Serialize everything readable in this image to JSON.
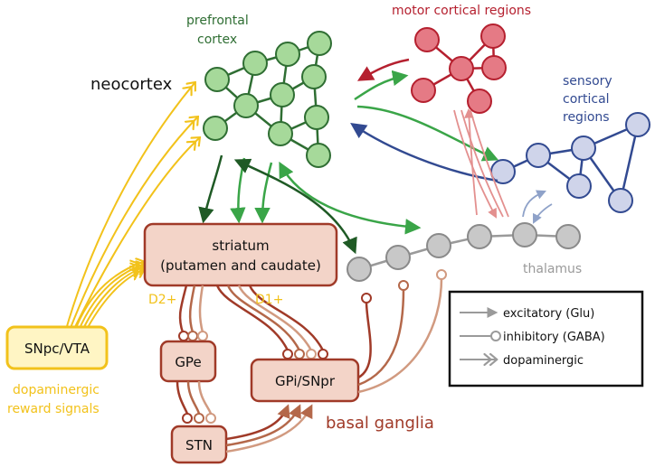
{
  "labels": {
    "prefrontal_line1": "prefrontal",
    "prefrontal_line2": "cortex",
    "motor": "motor cortical regions",
    "neocortex": "neocortex",
    "sensory_line1": "sensory",
    "sensory_line2": "cortical",
    "sensory_line3": "regions",
    "striatum_line1": "striatum",
    "striatum_line2": "(putamen and caudate)",
    "d2": "D2+",
    "d1": "D1+",
    "gpe": "GPe",
    "gpi": "GPi/SNpr",
    "stn": "STN",
    "snpc": "SNpc/VTA",
    "dopa_line1": "dopaminergic",
    "dopa_line2": "reward signals",
    "basal_ganglia": "basal ganglia",
    "thalamus": "thalamus"
  },
  "legend": {
    "excitatory": "excitatory (Glu)",
    "inhibitory": "inhibitory (GABA)",
    "dopaminergic": "dopaminergic"
  },
  "colors": {
    "prefrontal_fill": "#a6d99a",
    "prefrontal_stroke": "#2f6e33",
    "motor_fill": "#e57a85",
    "motor_stroke": "#b5202f",
    "sensory_fill": "#cfd4ea",
    "sensory_stroke": "#324a91",
    "thalamus_fill": "#c8c8c8",
    "thalamus_stroke": "#8a8a8a",
    "bg_fill": "#f3d4c8",
    "bg_stroke": "#a03a28",
    "dopamine": "#f2c21b",
    "dopamine_fill": "#fff5c4",
    "green_arrow": "#3aa548",
    "dark_green_arrow": "#1f5a25"
  }
}
